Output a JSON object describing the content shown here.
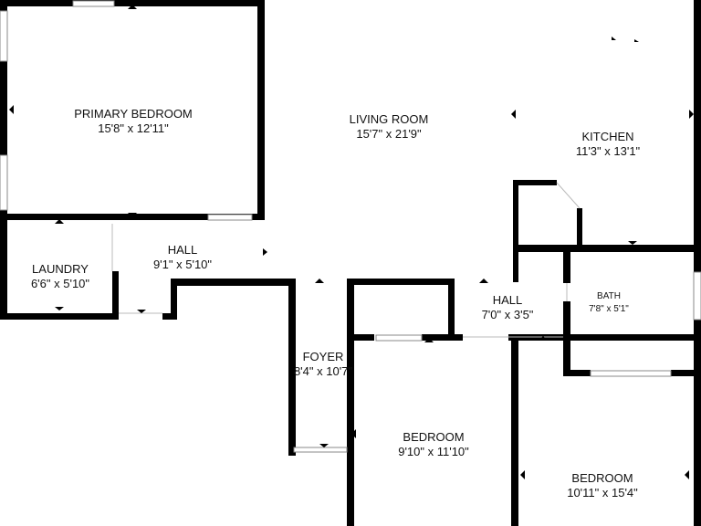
{
  "rooms": {
    "primary_bedroom": {
      "name": "PRIMARY BEDROOM",
      "dim": "15'8\" x 12'11\""
    },
    "living_room": {
      "name": "LIVING ROOM",
      "dim": "15'7\" x 21'9\""
    },
    "kitchen": {
      "name": "KITCHEN",
      "dim": "11'3\" x 13'1\""
    },
    "hall_1": {
      "name": "HALL",
      "dim": "9'1\" x 5'10\""
    },
    "laundry": {
      "name": "LAUNDRY",
      "dim": "6'6\" x 5'10\""
    },
    "hall_2": {
      "name": "HALL",
      "dim": "7'0\" x 3'5\""
    },
    "bath": {
      "name": "BATH",
      "dim": "7'8\" x 5'1\""
    },
    "foyer": {
      "name": "FOYER",
      "dim": "8'4\" x 10'7\""
    },
    "bedroom_1": {
      "name": "BEDROOM",
      "dim": "9'10\" x 11'10\""
    },
    "bedroom_2": {
      "name": "BEDROOM",
      "dim": "10'11\" x 15'4\""
    }
  },
  "colors": {
    "wall": "#000000",
    "window": "#d6d6d6",
    "background": "#ffffff"
  }
}
